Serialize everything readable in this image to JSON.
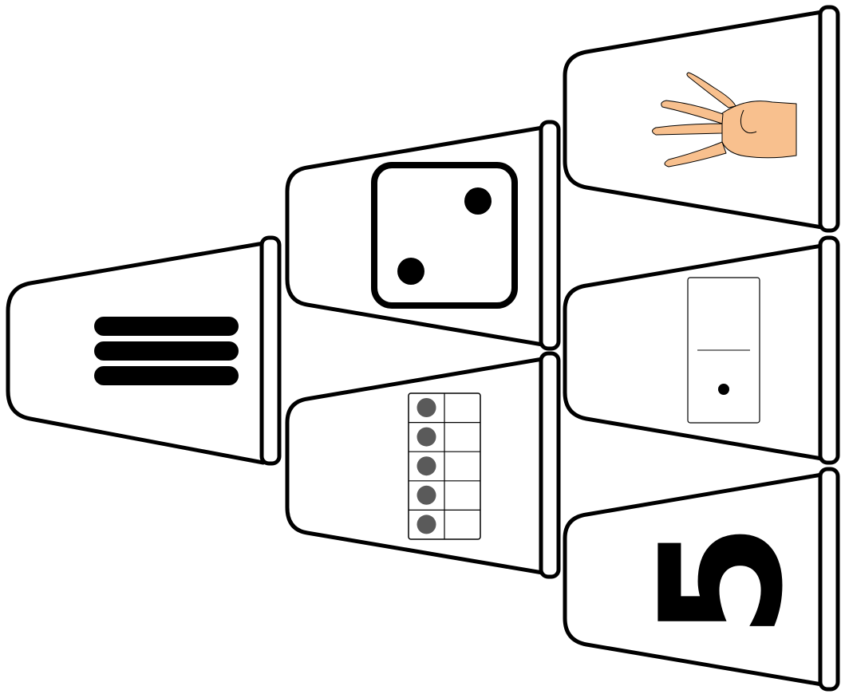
{
  "cups": [
    {
      "id": "cup-1",
      "content": "tally-marks",
      "count": 3
    },
    {
      "id": "cup-2",
      "content": "dice",
      "pips": 2
    },
    {
      "id": "cup-3",
      "content": "ten-frame",
      "filled": 5
    },
    {
      "id": "cup-4",
      "content": "hand-fingers",
      "fingers": 4
    },
    {
      "id": "cup-5",
      "content": "domino",
      "top_pips": 0,
      "bottom_pips": 1
    },
    {
      "id": "cup-6",
      "content": "numeral",
      "numeral": "5"
    }
  ],
  "icons": {
    "tally": "tally-marks-icon",
    "dice": "dice-icon",
    "ten_frame": "ten-frame-icon",
    "hand": "hand-icon",
    "domino": "domino-icon"
  },
  "colors": {
    "outline": "#000000",
    "fill": "#ffffff",
    "counter": "#5a5a5a",
    "skin": "#f8c08e"
  }
}
